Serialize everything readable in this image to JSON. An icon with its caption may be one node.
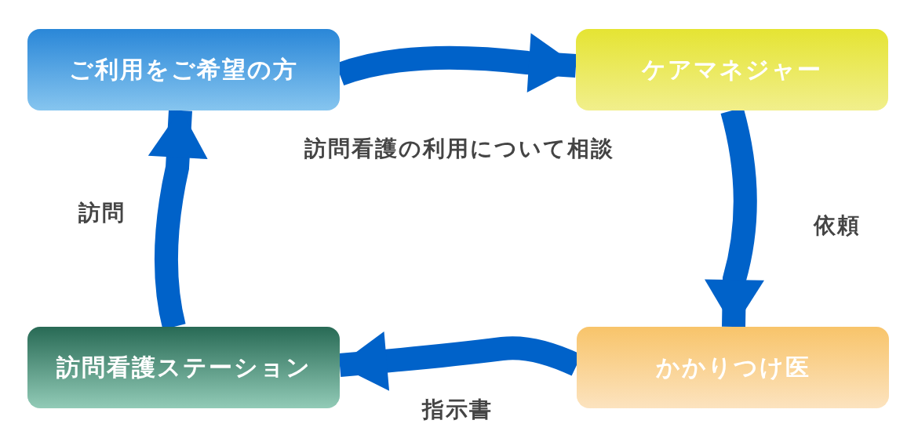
{
  "diagram": {
    "nodes": [
      {
        "text": [
          "ご利用をご希望の方"
        ]
      },
      {
        "text": [
          "ケアマネジャー"
        ]
      },
      {
        "text": [
          "かかりつけ医"
        ]
      },
      {
        "text": [
          "訪問看護ステーション"
        ]
      }
    ],
    "edges": [
      {
        "from": 0,
        "to": 1,
        "arrow": "to",
        "label": "訪問看護の利用について相談"
      },
      {
        "from": 1,
        "to": 2,
        "arrow": "to",
        "label": "依頼"
      },
      {
        "from": 2,
        "to": 3,
        "arrow": "to",
        "label": "指示書"
      },
      {
        "from": 3,
        "to": 0,
        "arrow": "to",
        "label": "訪問"
      }
    ]
  }
}
